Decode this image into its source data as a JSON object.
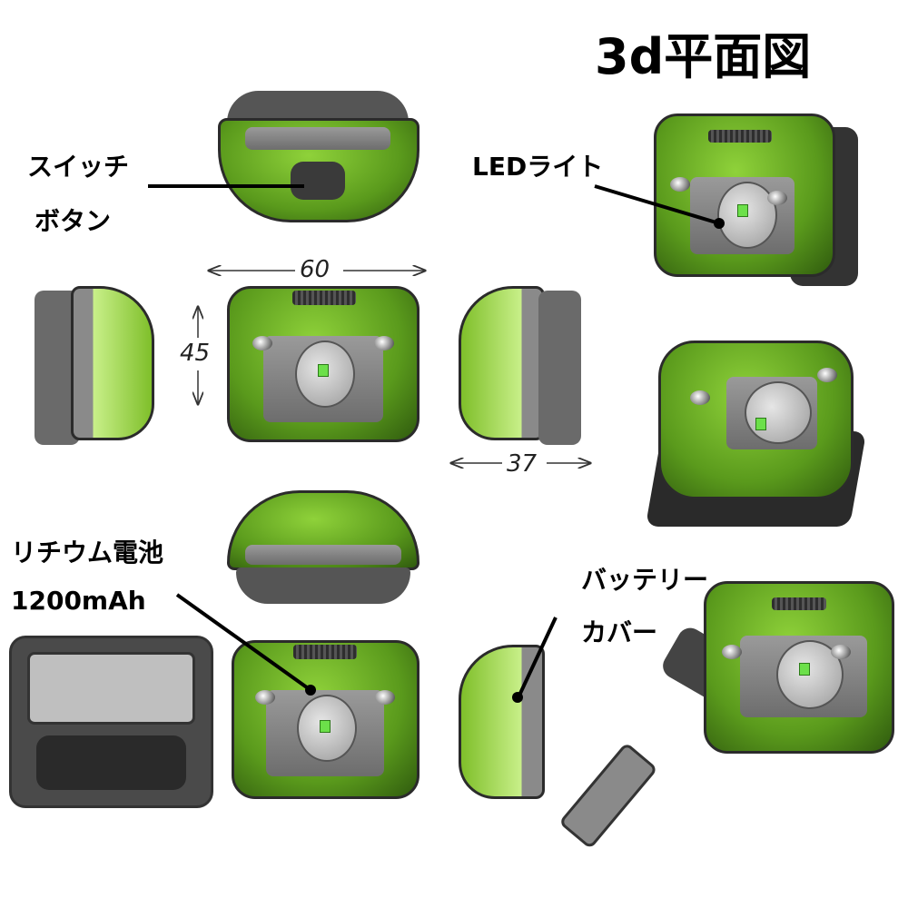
{
  "title": "3d平面図",
  "labels": {
    "switch_line1": "スイッチ",
    "switch_line2": "ボタン",
    "led": "LEDライト",
    "battery_line1": "リチウム電池",
    "battery_line2": "1200mAh",
    "cover_line1": "バッテリー",
    "cover_line2": "カバー"
  },
  "dimensions": {
    "width": "60",
    "height": "45",
    "depth": "37"
  },
  "colors": {
    "body_green": "#5a9a1c",
    "led_green": "#6ce04a",
    "panel_grey": "#8a8a8a"
  }
}
